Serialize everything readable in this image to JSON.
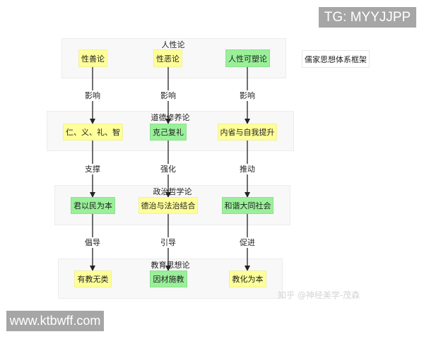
{
  "watermarks": {
    "top_right": "TG: MYYJJPP",
    "bottom_left": "www.ktbwff.com",
    "zhihu": "知乎 @神经美学-茂森"
  },
  "legend": {
    "label": "儒家思想体系框架"
  },
  "colors": {
    "yellow_node": "#ffff99",
    "green_node": "#99f099",
    "cluster_bg": "#f8f8f8"
  },
  "clusters": [
    {
      "title": "人性论",
      "nodes": [
        {
          "label": "性善论",
          "color": "yellow"
        },
        {
          "label": "性恶论",
          "color": "yellow"
        },
        {
          "label": "人性可塑论",
          "color": "green"
        }
      ]
    },
    {
      "title": "道德修养论",
      "nodes": [
        {
          "label": "仁、义、礼、智",
          "color": "yellow"
        },
        {
          "label": "克己复礼",
          "color": "green"
        },
        {
          "label": "内省与自我提升",
          "color": "yellow"
        }
      ]
    },
    {
      "title": "政治哲学论",
      "nodes": [
        {
          "label": "君以民为本",
          "color": "green"
        },
        {
          "label": "德治与法治结合",
          "color": "yellow"
        },
        {
          "label": "和谐大同社会",
          "color": "green"
        }
      ]
    },
    {
      "title": "教育思想论",
      "nodes": [
        {
          "label": "有教无类",
          "color": "yellow"
        },
        {
          "label": "因材施教",
          "color": "green"
        },
        {
          "label": "教化为本",
          "color": "yellow"
        }
      ]
    }
  ],
  "edges": [
    {
      "from": "性善论",
      "to": "仁、义、礼、智",
      "label": "影响"
    },
    {
      "from": "性恶论",
      "to": "克己复礼",
      "label": "影响"
    },
    {
      "from": "人性可塑论",
      "to": "内省与自我提升",
      "label": "影响"
    },
    {
      "from": "仁、义、礼、智",
      "to": "君以民为本",
      "label": "支撑"
    },
    {
      "from": "克己复礼",
      "to": "德治与法治结合",
      "label": "强化"
    },
    {
      "from": "内省与自我提升",
      "to": "和谐大同社会",
      "label": "推动"
    },
    {
      "from": "君以民为本",
      "to": "有教无类",
      "label": "倡导"
    },
    {
      "from": "德治与法治结合",
      "to": "因材施教",
      "label": "引导"
    },
    {
      "from": "和谐大同社会",
      "to": "教化为本",
      "label": "促进"
    }
  ]
}
